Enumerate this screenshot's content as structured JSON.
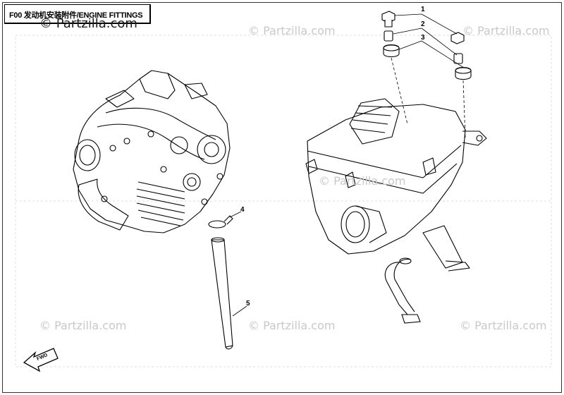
{
  "diagram": {
    "title": "F00 发动机安装附件/ENGINE FITTINGS",
    "watermark_main": "© Partzilla.com",
    "watermarks": [
      "© Partzilla.com",
      "© Partzilla.com",
      "© Partzilla.com",
      "© Partzilla.com",
      "© Partzilla.com",
      "© Partzilla.com"
    ],
    "callouts": [
      "1",
      "2",
      "3",
      "4",
      "5"
    ],
    "fwd_label": "FWD",
    "colors": {
      "line": "#000000",
      "watermark": "#c9c9c9",
      "background": "#ffffff"
    }
  }
}
